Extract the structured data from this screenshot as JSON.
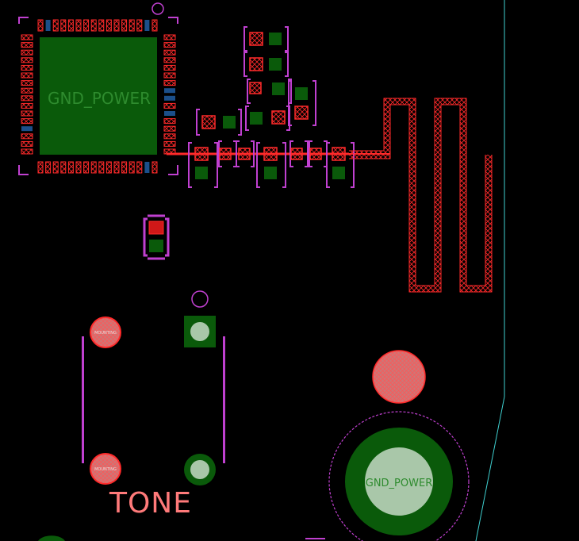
{
  "colors": {
    "background": "#000000",
    "copper_top": "#ff2a2a",
    "copper_fill": "#0a5a0a",
    "courtyard": "#c040d0",
    "board_outline": "#3fd0d0",
    "via_blue": "#1b4f8a",
    "drill": "#a9c7a9"
  },
  "labels": {
    "module_net": "GND_POWER",
    "pot_net": "GND_POWER",
    "tone_silk": "TONE",
    "pad_top": "MOUNTING",
    "pad_bottom": "MOUNTING"
  },
  "tools": {
    "ic_module": "rf-module",
    "antenna": "meander-antenna",
    "tone_pot": "tone-potentiometer",
    "jack": "round-jack"
  }
}
